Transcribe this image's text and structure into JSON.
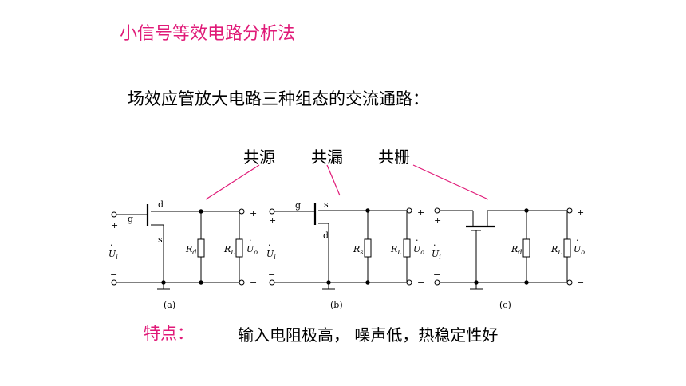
{
  "page": {
    "title": "小信号等效电路分析法",
    "subtitle": "场效应管放大电路三种组态的交流通路：",
    "configs": [
      "共源",
      "共漏",
      "共栅"
    ],
    "features_label": "特点：",
    "features_text": "输入电阻极高， 噪声低，热稳定性好"
  },
  "colors": {
    "accent": "#e01a78",
    "text": "#000000"
  },
  "circuits": {
    "a": {
      "caption": "(a)",
      "gate": "g",
      "drain": "d",
      "source": "s",
      "r1": "R",
      "r1_sub": "d",
      "r2": "R",
      "r2_sub": "L",
      "vin": "U",
      "vin_sub": "i",
      "vout": "U",
      "vout_sub": "o",
      "plus": "+",
      "minus": "−"
    },
    "b": {
      "caption": "(b)",
      "gate": "g",
      "drain": "d",
      "source": "s",
      "r1": "R",
      "r1_sub": "s",
      "r2": "R",
      "r2_sub": "L",
      "vin": "U",
      "vin_sub": "i",
      "vout": "U",
      "vout_sub": "o",
      "plus": "+",
      "minus": "−"
    },
    "c": {
      "caption": "(c)",
      "r1": "R",
      "r1_sub": "d",
      "r2": "R",
      "r2_sub": "L",
      "vin": "U",
      "vin_sub": "i",
      "vout": "U",
      "vout_sub": "o",
      "plus": "+",
      "minus": "−"
    }
  }
}
